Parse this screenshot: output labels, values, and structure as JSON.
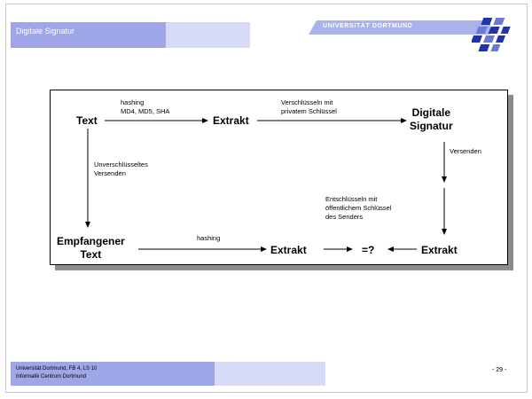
{
  "header": {
    "title": "Digitale Signatur",
    "university": "UNIVERSITÄT DORTMUND"
  },
  "diagram": {
    "nodes": {
      "text": "Text",
      "extrakt_top": "Extrakt",
      "digitale_signatur_line1": "Digitale",
      "digitale_signatur_line2": "Signatur",
      "empfangener_line1": "Empfangener",
      "empfangener_line2": "Text",
      "extrakt_bottom_mid": "Extrakt",
      "compare": "=?",
      "extrakt_bottom_right": "Extrakt"
    },
    "labels": {
      "hashing_top_line1": "hashing",
      "hashing_top_line2": "MD4, MD5, SHA",
      "encrypt_line1": "Verschlüsseln mit",
      "encrypt_line2": "privatem Schlüssel",
      "versenden": "Versenden",
      "unencrypted_line1": "Unverschlüsseltes",
      "unencrypted_line2": "Versenden",
      "decrypt_line1": "Entschlüsseln mit",
      "decrypt_line2": "öffentlichem Schlüssel",
      "decrypt_line3": "des Senders",
      "hashing_bottom": "hashing"
    }
  },
  "footer": {
    "line1": "Universität Dortmund, FB 4, LS 10",
    "line2": "Informatik Centrum Dortmund",
    "page": "- 29 -"
  },
  "colors": {
    "band_dark": "#9ea6e8",
    "band_light": "#d6daf6",
    "logo_blue": "#2233aa"
  }
}
